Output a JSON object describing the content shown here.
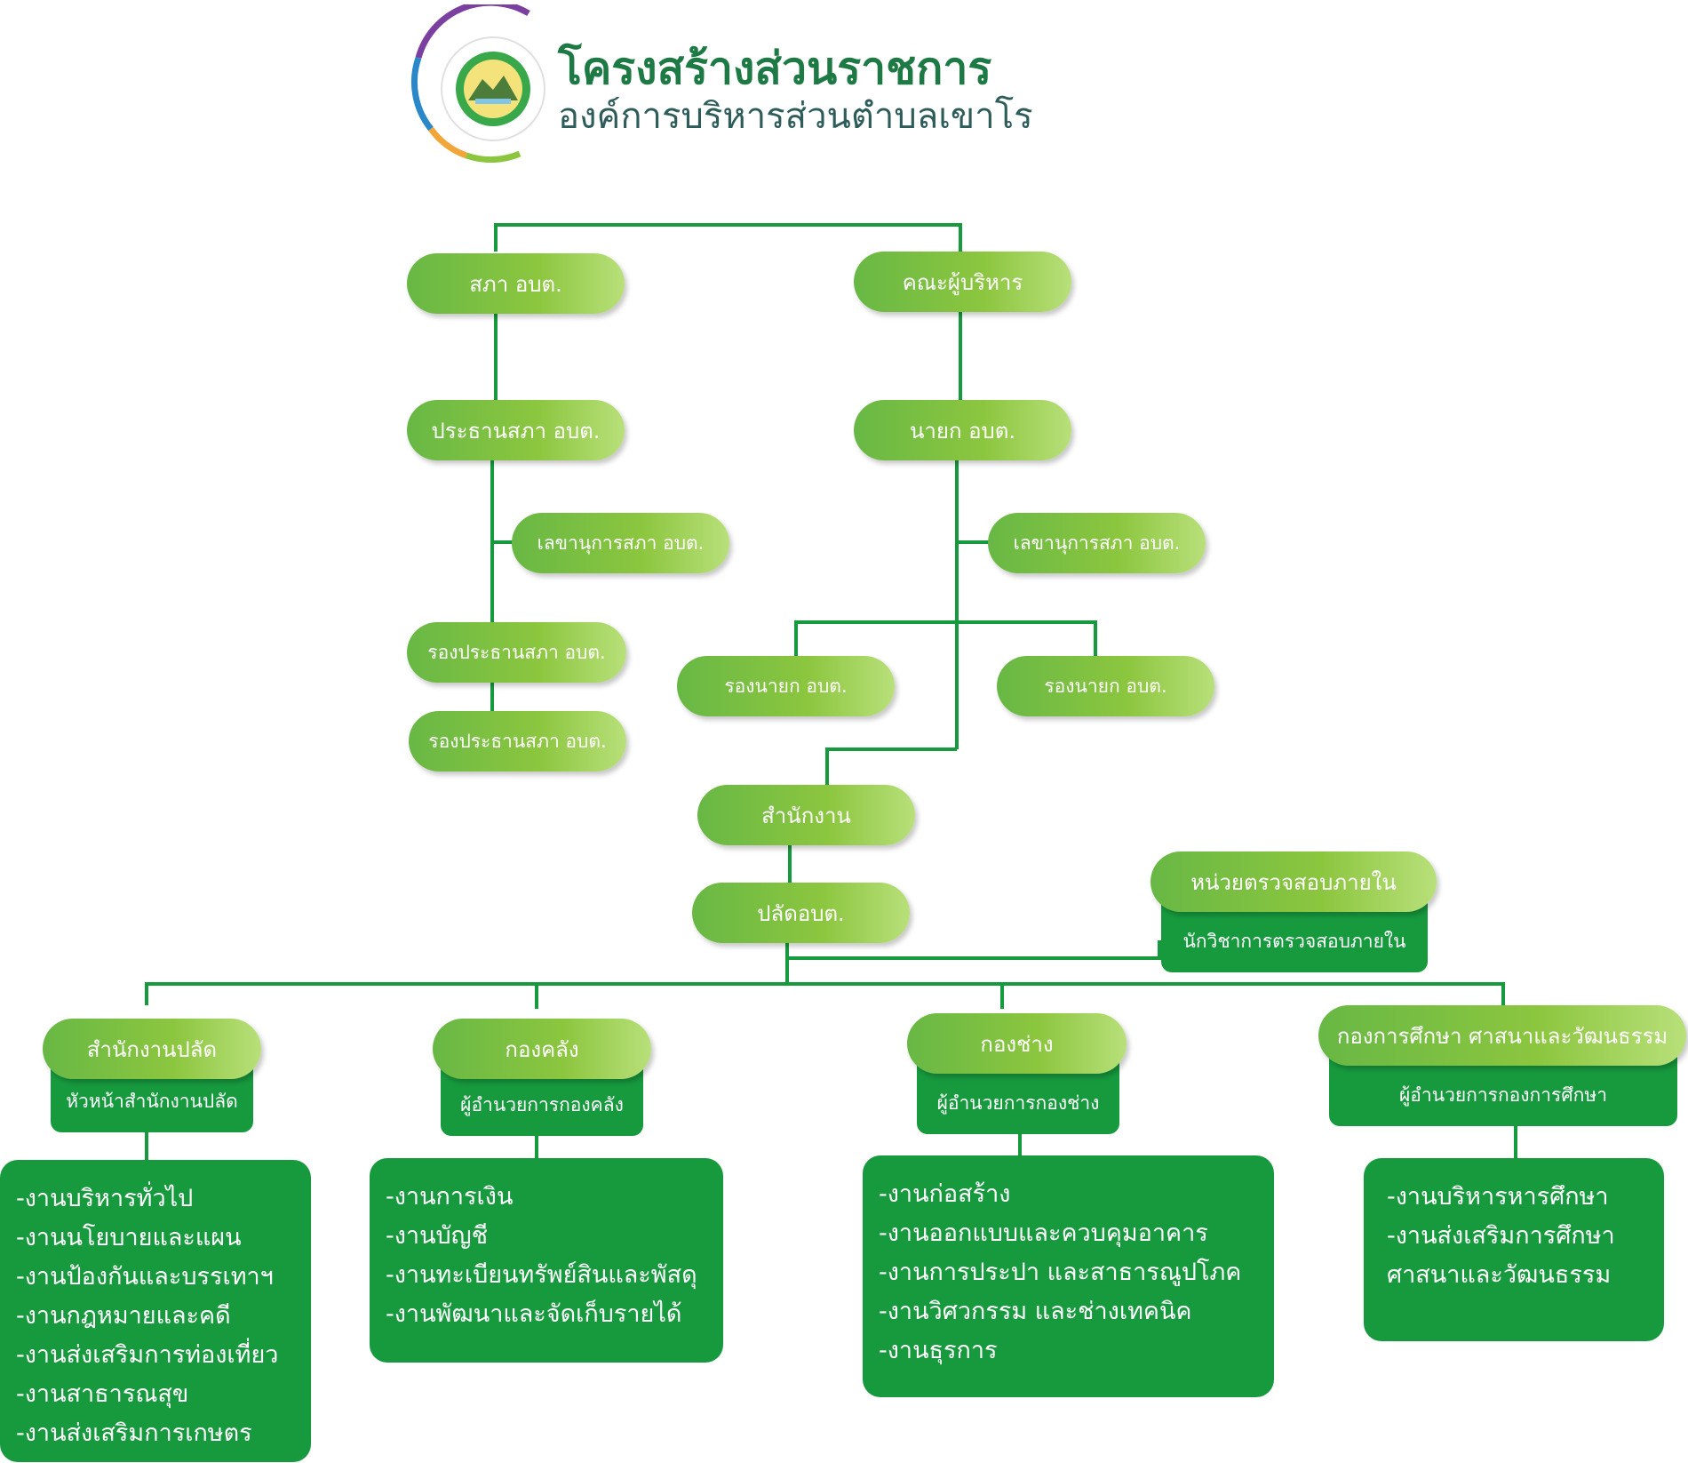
{
  "header": {
    "title": "โครงสร้างส่วนราชการ",
    "subtitle": "องค์การบริหารส่วนตำบลเขาโร"
  },
  "colors": {
    "pill_start": "#68b845",
    "pill_end": "#b8e07a",
    "box": "#179a3e",
    "line": "#179a3e",
    "title": "#1e7a45"
  },
  "council": {
    "label": "สภา อบต.",
    "president": "ประธานสภา อบต.",
    "secretary": "เลขานุการสภา อบต.",
    "vice_1": "รองประธานสภา อบต.",
    "vice_2": "รองประธานสภา อบต."
  },
  "executive": {
    "label": "คณะผู้บริหาร",
    "mayor": "นายก อบต.",
    "secretary": "เลขานุการสภา อบต.",
    "vice_1": "รองนายก อบต.",
    "vice_2": "รองนายก อบต."
  },
  "office": {
    "label": "สำนักงาน",
    "chief": "ปลัดอบต."
  },
  "audit": {
    "label": "หน่วยตรวจสอบภายใน",
    "staff": "นักวิชาการตรวจสอบภายใน"
  },
  "departments": [
    {
      "label": "สำนักงานปลัด",
      "head": "หัวหน้าสำนักงานปลัด",
      "tasks": [
        "-งานบริหารทั่วไป",
        "-งานนโยบายและแผน",
        "-งานป้องกันและบรรเทาฯ",
        "-งานกฎหมายและคดี",
        "-งานส่งเสริมการท่องเที่ยว",
        "-งานสาธารณสุข",
        "-งานส่งเสริมการเกษตร"
      ]
    },
    {
      "label": "กองคลัง",
      "head": "ผู้อำนวยการกองคลัง",
      "tasks": [
        "-งานการเงิน",
        "-งานบัญชี",
        "-งานทะเบียนทรัพย์สินและพัสดุ",
        "-งานพัฒนาและจัดเก็บรายได้"
      ]
    },
    {
      "label": "กองช่าง",
      "head": "ผู้อำนวยการกองช่าง",
      "tasks": [
        "-งานก่อสร้าง",
        "-งานออกแบบและควบคุมอาคาร",
        "-งานการประปา และสาธารณูปโภค",
        "-งานวิศวกรรม และช่างเทคนิค",
        "-งานธุรการ"
      ]
    },
    {
      "label": "กองการศึกษา ศาสนาและวัฒนธรรม",
      "head": "ผู้อำนวยการกองการศึกษา",
      "tasks": [
        "-งานบริหารหารศึกษา",
        "-งานส่งเสริมการศึกษา",
        " ศาสนาและวัฒนธรรม"
      ]
    }
  ]
}
